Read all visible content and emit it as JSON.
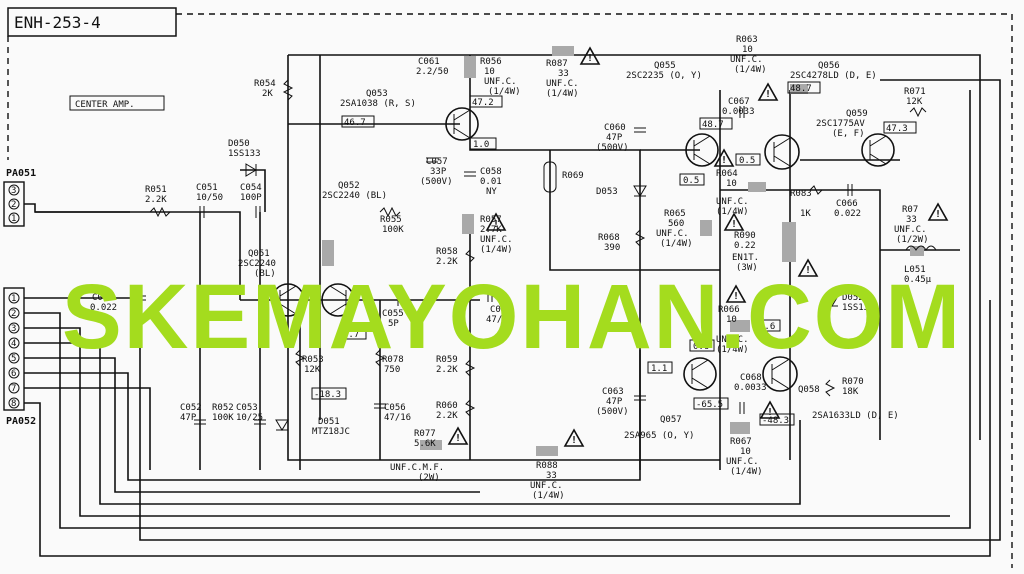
{
  "diagram": {
    "title": "ENH-253-4",
    "section_label": "CENTER AMP.",
    "watermark": "SKEMAYOHAN.COM",
    "connectors": {
      "pa051": {
        "label": "PA051",
        "pins": [
          "3",
          "2",
          "1"
        ]
      },
      "pa052": {
        "label": "PA052",
        "pins": [
          "1",
          "2",
          "3",
          "4",
          "5",
          "6",
          "7",
          "8"
        ]
      }
    },
    "transistors": {
      "q051": {
        "ref": "Q051",
        "part": "2SC2240",
        "grade": "(BL)"
      },
      "q052": {
        "ref": "Q052",
        "part": "2SC2240 (BL)"
      },
      "q053": {
        "ref": "Q053",
        "part": "2SA1038 (R, S)"
      },
      "q055": {
        "ref": "Q055",
        "part": "2SC2235 (O, Y)"
      },
      "q056": {
        "ref": "Q056",
        "part": "2SC4278LD (D, E)"
      },
      "q057": {
        "ref": "Q057",
        "part": "2SA965 (O, Y)"
      },
      "q058": {
        "ref": "Q058",
        "part": "2SA1633LD (D, E)"
      },
      "q059": {
        "ref": "Q059",
        "part": "2SC1775AV",
        "grade": "(E, F)"
      }
    },
    "resistors": {
      "r051": {
        "ref": "R051",
        "value": "2.2K"
      },
      "r052": {
        "ref": "R052",
        "value": "100K"
      },
      "r053": {
        "ref": "R053",
        "value": "12K"
      },
      "r054": {
        "ref": "R054",
        "value": "2K"
      },
      "r055": {
        "ref": "R055",
        "value": "100K"
      },
      "r056": {
        "ref": "R056",
        "value": "10",
        "note1": "UNF.C.",
        "note2": "(1/4W)"
      },
      "r057": {
        "ref": "R057",
        "value": "2.7K",
        "note1": "UNF.C.",
        "note2": "(1/4W)"
      },
      "r058": {
        "ref": "R058",
        "value": "2.2K"
      },
      "r059": {
        "ref": "R059",
        "value": "2.2K"
      },
      "r060": {
        "ref": "R060",
        "value": "2.2K"
      },
      "r063": {
        "ref": "R063",
        "value": "10",
        "note1": "UNF.C.",
        "note2": "(1/4W)"
      },
      "r064": {
        "ref": "R064",
        "value": "10",
        "note1": "UNF.C.",
        "note2": "(1/4W)"
      },
      "r065": {
        "ref": "R065",
        "value": "560",
        "note1": "UNF.C.",
        "note2": "(1/4W)"
      },
      "r066": {
        "ref": "R066",
        "value": "10",
        "note1": "UNF.C.",
        "note2": "(1/4W)"
      },
      "r067": {
        "ref": "R067",
        "value": "10",
        "note1": "UNF.C.",
        "note2": "(1/4W)"
      },
      "r068": {
        "ref": "R068",
        "value": "390"
      },
      "r069": {
        "ref": "R069"
      },
      "r070": {
        "ref": "R070",
        "value": "18K"
      },
      "r071": {
        "ref": "R071",
        "value": "12K"
      },
      "r07x": {
        "ref": "R07",
        "value": "33",
        "note1": "UNF.C.",
        "note2": "(1/2W)"
      },
      "r077": {
        "ref": "R077",
        "value": "5.6K",
        "note1": "UNF.C.M.F.",
        "note2": "(2W)"
      },
      "r078": {
        "ref": "R078",
        "value": "750"
      },
      "r083": {
        "ref": "R083",
        "value": "1K"
      },
      "r087": {
        "ref": "R087",
        "value": "33",
        "note1": "UNF.C.",
        "note2": "(1/4W)"
      },
      "r088": {
        "ref": "R088",
        "value": "33",
        "note1": "UNF.C.",
        "note2": "(1/4W)"
      },
      "r090": {
        "ref": "R090",
        "value": "0.22",
        "note1": "EN1T.",
        "note2": "(3W)"
      }
    },
    "capacitors": {
      "c050": {
        "ref": "C050",
        "value": "0.022"
      },
      "c051": {
        "ref": "C051",
        "value": "10/50"
      },
      "c052": {
        "ref": "C052",
        "value": "47P"
      },
      "c053": {
        "ref": "C053",
        "value": "10/25"
      },
      "c054": {
        "ref": "C054",
        "value": "100P"
      },
      "c055": {
        "ref": "C055",
        "value": "5P"
      },
      "c056": {
        "ref": "C056",
        "value": "47/16"
      },
      "c057": {
        "ref": "C057",
        "value": "33P",
        "note": "(500V)"
      },
      "c058": {
        "ref": "C058",
        "value": "0.01",
        "note": "NY"
      },
      "c059": {
        "ref": "C059",
        "value": "47/50"
      },
      "c060": {
        "ref": "C060",
        "value": "47P",
        "note": "(500V)"
      },
      "c061": {
        "ref": "C061",
        "value": "2.2/50"
      },
      "c063": {
        "ref": "C063",
        "value": "47P",
        "note": "(500V)"
      },
      "c066": {
        "ref": "C066",
        "value": "0.022"
      },
      "c067": {
        "ref": "C067",
        "value": "0.0033"
      },
      "c068": {
        "ref": "C068",
        "value": "0.0033"
      }
    },
    "diodes": {
      "d050": {
        "ref": "D050",
        "part": "1SS133"
      },
      "d051": {
        "ref": "D051",
        "part": "MTZ18JC"
      },
      "d052": {
        "ref": "D052",
        "part": "1SS133"
      },
      "d053": {
        "ref": "D053"
      }
    },
    "inductor": {
      "ref": "L051",
      "value": "0.45μ"
    },
    "voltages": {
      "v1": "47.2",
      "v2": "46.7",
      "v3": "1.0",
      "v4": "48.7",
      "v5": "48.7",
      "v6": "0.5",
      "v7": "0.5",
      "v8": "47.3",
      "v9": "0.7",
      "v10": "0.6",
      "v11": "0.6",
      "v12": "1.1",
      "v13": "-65.5",
      "v14": "-48.3",
      "v15": "-18.3"
    },
    "warning_symbol": "!"
  }
}
